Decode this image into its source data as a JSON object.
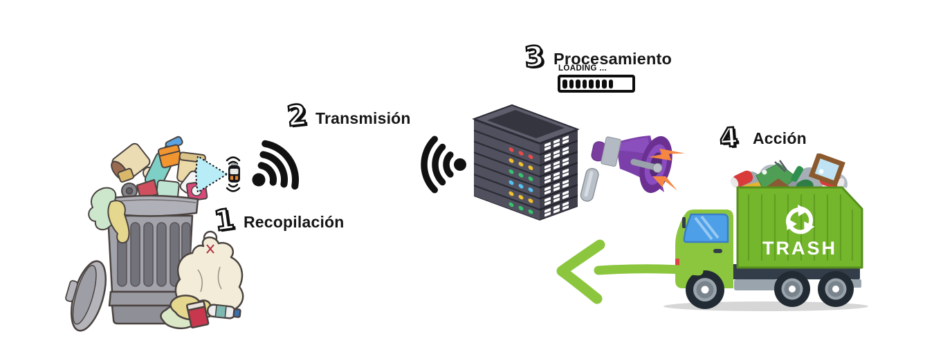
{
  "steps": [
    {
      "number": "1",
      "label": "Recopilación"
    },
    {
      "number": "2",
      "label": "Transmisión"
    },
    {
      "number": "3",
      "label": "Procesamiento"
    },
    {
      "number": "4",
      "label": "Acción"
    }
  ],
  "server": {
    "loading_label": "LOADING ...",
    "progress": {
      "segments_filled": 8
    }
  },
  "truck": {
    "side_text": "TRASH"
  },
  "icons": [
    "trash-can",
    "fill-sensor",
    "wifi-signal",
    "wifi-receive",
    "server-rack",
    "megaphone",
    "lightning-bolt",
    "garbage-truck",
    "recycle",
    "green-arrow-left"
  ],
  "colors": {
    "text": "#161616",
    "accent_green": "#8cc63e",
    "container_green": "#74b62c",
    "megaphone_purple": "#7b3fa9",
    "lightning_orange": "#f58742",
    "server_slab": "#50505e",
    "beam_cyan": "#b8edf8",
    "led_red": "#e84b4b",
    "led_yellow": "#f2c12e",
    "led_green": "#35c56d",
    "led_cyan": "#54c3f1"
  }
}
